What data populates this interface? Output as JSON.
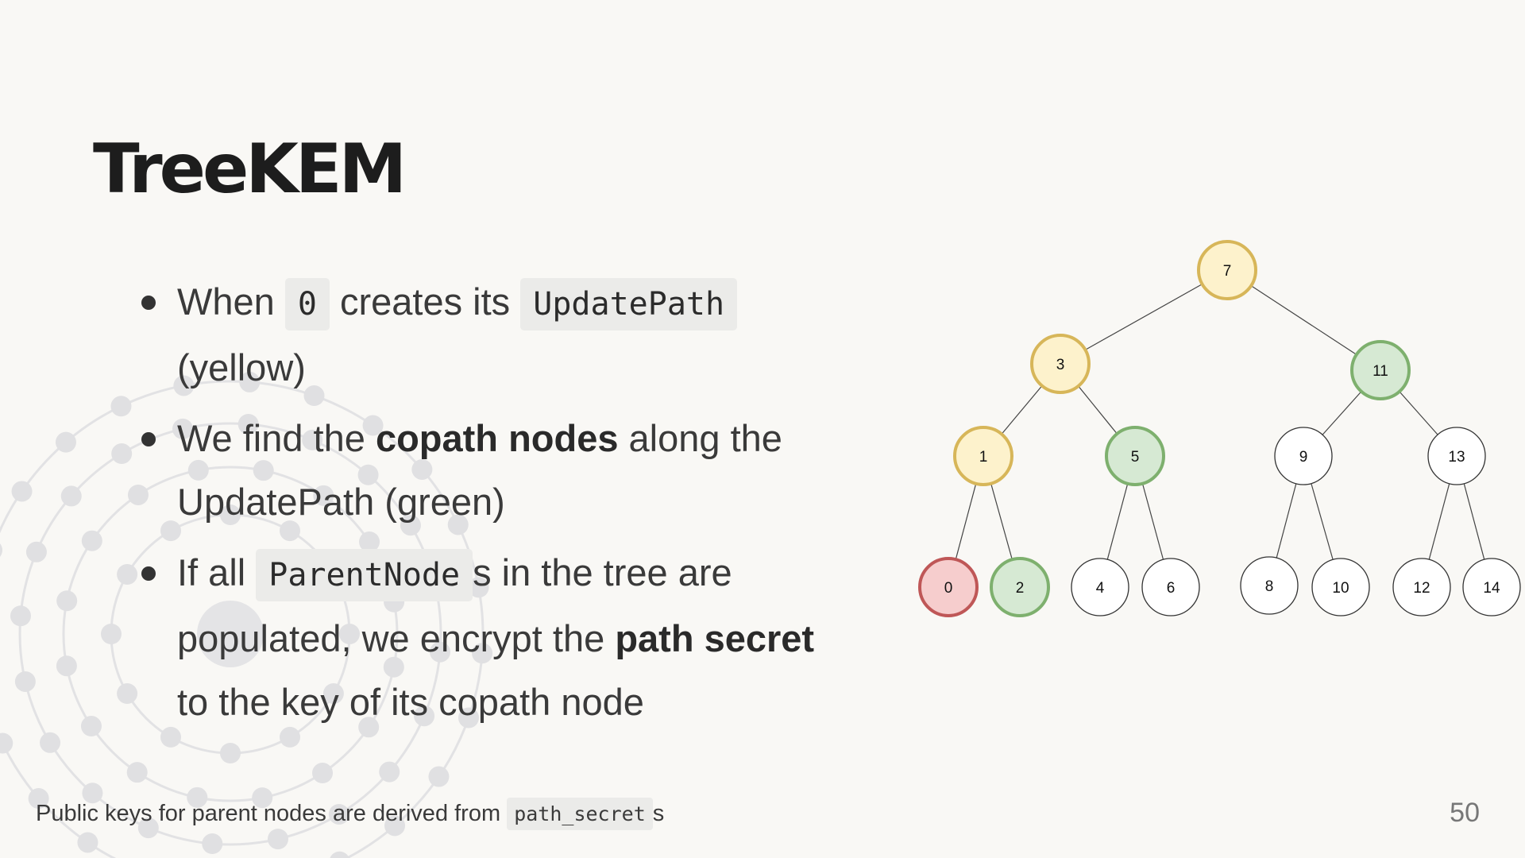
{
  "slide": {
    "title": "TreeKEM",
    "page_number": "50"
  },
  "bullets": [
    {
      "parts": [
        {
          "text": "When ",
          "style": "plain"
        },
        {
          "text": "0",
          "style": "code"
        },
        {
          "text": " creates its ",
          "style": "plain"
        },
        {
          "text": "UpdatePath",
          "style": "code"
        },
        {
          "text": " (yellow)",
          "style": "plain"
        }
      ]
    },
    {
      "parts": [
        {
          "text": "We find the ",
          "style": "plain"
        },
        {
          "text": "copath nodes",
          "style": "bold"
        },
        {
          "text": " along the UpdatePath (green)",
          "style": "plain"
        }
      ]
    },
    {
      "parts": [
        {
          "text": "If all ",
          "style": "plain"
        },
        {
          "text": "ParentNode",
          "style": "code"
        },
        {
          "text": "s in the tree are populated, we encrypt the ",
          "style": "plain"
        },
        {
          "text": "path secret",
          "style": "bold"
        },
        {
          "text": " to the key of its copath node",
          "style": "plain"
        }
      ]
    }
  ],
  "footer": {
    "text_before": "Public keys for parent nodes are derived from ",
    "code": "path_secret",
    "text_after": "s"
  },
  "colors": {
    "yellow_fill": "#fdf2cc",
    "yellow_stroke": "#d7b659",
    "green_fill": "#d6e9d3",
    "green_stroke": "#7eb06e",
    "red_fill": "#f6cdcd",
    "red_stroke": "#bf5757",
    "plain_fill": "#ffffff",
    "plain_stroke": "#333333"
  },
  "tree": {
    "nodes": [
      {
        "id": "7",
        "status": "yellow"
      },
      {
        "id": "3",
        "status": "yellow"
      },
      {
        "id": "11",
        "status": "green"
      },
      {
        "id": "1",
        "status": "yellow"
      },
      {
        "id": "5",
        "status": "green"
      },
      {
        "id": "9",
        "status": "plain"
      },
      {
        "id": "13",
        "status": "plain"
      },
      {
        "id": "0",
        "status": "red"
      },
      {
        "id": "2",
        "status": "green"
      },
      {
        "id": "4",
        "status": "plain"
      },
      {
        "id": "6",
        "status": "plain"
      },
      {
        "id": "8",
        "status": "plain"
      },
      {
        "id": "10",
        "status": "plain"
      },
      {
        "id": "12",
        "status": "plain"
      },
      {
        "id": "14",
        "status": "plain"
      }
    ],
    "edges": [
      [
        "7",
        "3"
      ],
      [
        "7",
        "11"
      ],
      [
        "3",
        "1"
      ],
      [
        "3",
        "5"
      ],
      [
        "11",
        "9"
      ],
      [
        "11",
        "13"
      ],
      [
        "1",
        "0"
      ],
      [
        "1",
        "2"
      ],
      [
        "5",
        "4"
      ],
      [
        "5",
        "6"
      ],
      [
        "9",
        "8"
      ],
      [
        "9",
        "10"
      ],
      [
        "13",
        "12"
      ],
      [
        "13",
        "14"
      ]
    ]
  }
}
